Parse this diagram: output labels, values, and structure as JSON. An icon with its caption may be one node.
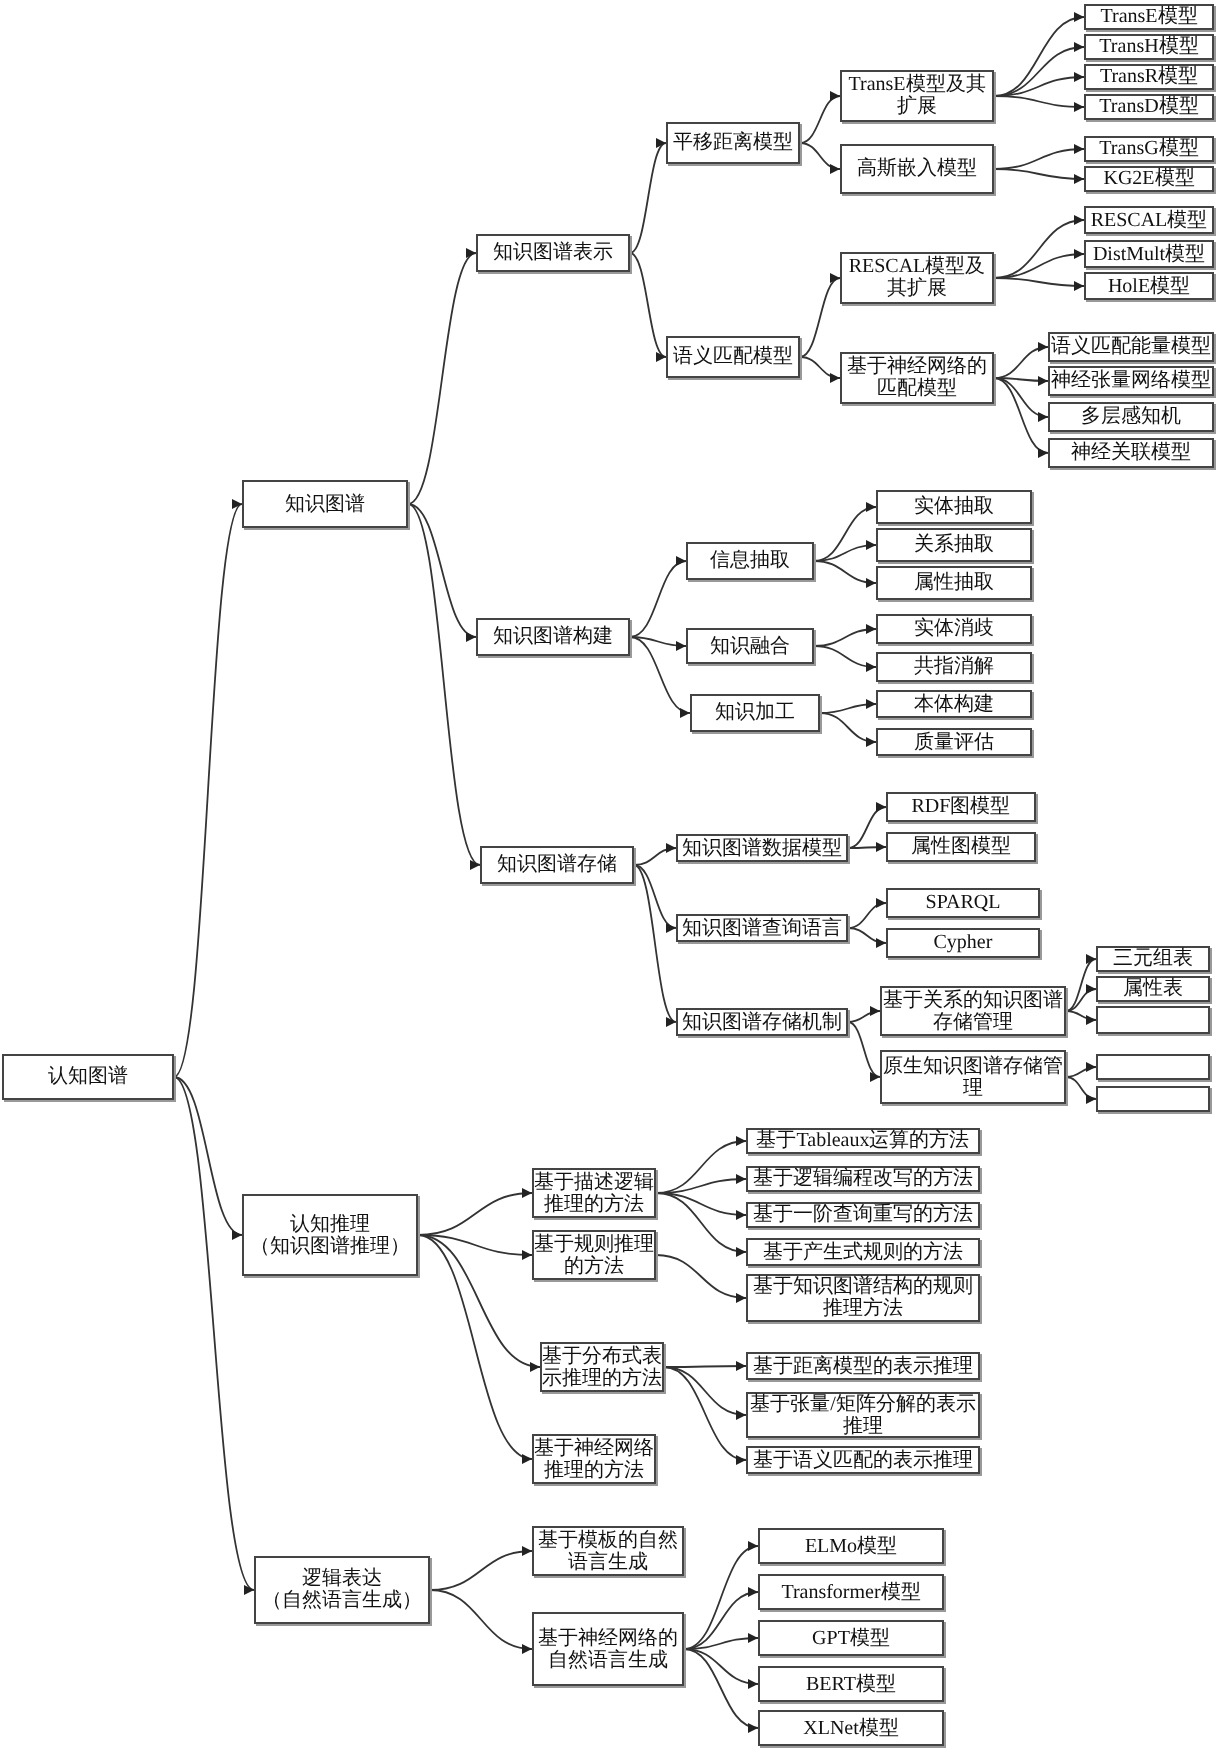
{
  "diagram": {
    "nodes": [
      {
        "text": [
          "认知图谱"
        ]
      },
      {
        "text": [
          "知识图谱"
        ]
      },
      {
        "text": [
          "知识图谱表示"
        ]
      },
      {
        "text": [
          "平移距离模型"
        ]
      },
      {
        "text": [
          "TransE模型及其扩展"
        ]
      },
      {
        "text": [
          "TransE模型"
        ]
      },
      {
        "text": [
          "TransH模型"
        ]
      },
      {
        "text": [
          "TransR模型"
        ]
      },
      {
        "text": [
          "TransD模型"
        ]
      },
      {
        "text": [
          "高斯嵌入模型"
        ]
      },
      {
        "text": [
          "TransG模型"
        ]
      },
      {
        "text": [
          "KG2E模型"
        ]
      },
      {
        "text": [
          "语义匹配模型"
        ]
      },
      {
        "text": [
          "RESCAL模型及其扩展"
        ]
      },
      {
        "text": [
          "RESCAL模型"
        ]
      },
      {
        "text": [
          "DistMult模型"
        ]
      },
      {
        "text": [
          "HolE模型"
        ]
      },
      {
        "text": [
          "基于神经网络的匹配模型"
        ]
      },
      {
        "text": [
          "语义匹配能量模型"
        ]
      },
      {
        "text": [
          "神经张量网络模型"
        ]
      },
      {
        "text": [
          "多层感知机"
        ]
      },
      {
        "text": [
          "神经关联模型"
        ]
      },
      {
        "text": [
          "知识图谱构建"
        ]
      },
      {
        "text": [
          "信息抽取"
        ]
      },
      {
        "text": [
          "实体抽取"
        ]
      },
      {
        "text": [
          "关系抽取"
        ]
      },
      {
        "text": [
          "属性抽取"
        ]
      },
      {
        "text": [
          "知识融合"
        ]
      },
      {
        "text": [
          "实体消歧"
        ]
      },
      {
        "text": [
          "共指消解"
        ]
      },
      {
        "text": [
          "知识加工"
        ]
      },
      {
        "text": [
          "本体构建"
        ]
      },
      {
        "text": [
          "质量评估"
        ]
      },
      {
        "text": [
          "知识图谱存储"
        ]
      },
      {
        "text": [
          "知识图谱数据模型"
        ]
      },
      {
        "text": [
          "RDF图模型"
        ]
      },
      {
        "text": [
          "属性图模型"
        ]
      },
      {
        "text": [
          "知识图谱查询语言"
        ]
      },
      {
        "text": [
          "SPARQL"
        ]
      },
      {
        "text": [
          "Cypher"
        ]
      },
      {
        "text": [
          "知识图谱存储机制"
        ]
      },
      {
        "text": [
          "基于关系的知识图谱存储管理"
        ]
      },
      {
        "text": [
          "三元组表"
        ]
      },
      {
        "text": [
          "属性表"
        ]
      },
      {
        "text": [],
        "shape": "box"
      },
      {
        "text": [
          "原生知识图谱存储管理"
        ]
      },
      {
        "text": [],
        "shape": "box"
      },
      {
        "text": [],
        "shape": "box"
      },
      {
        "text": [
          "认知推理",
          "（知识图谱推理）"
        ]
      },
      {
        "text": [
          "基于描述逻辑推理的方法"
        ]
      },
      {
        "text": [
          "基于Tableaux运算的方法"
        ]
      },
      {
        "text": [
          "基于逻辑编程改写的方法"
        ]
      },
      {
        "text": [
          "基于一阶查询重写的方法"
        ]
      },
      {
        "text": [
          "基于产生式规则的方法"
        ]
      },
      {
        "text": [
          "基于规则推理的方法"
        ]
      },
      {
        "text": [
          "基于知识图谱结构的规则推理方法"
        ]
      },
      {
        "text": [
          "基于分布式表示推理的方法"
        ]
      },
      {
        "text": [
          "基于距离模型的表示推理"
        ]
      },
      {
        "text": [
          "基于张量/矩阵分解的表示推理"
        ]
      },
      {
        "text": [
          "基于语义匹配的表示推理"
        ]
      },
      {
        "text": [
          "基于神经网络推理的方法"
        ]
      },
      {
        "text": [
          "逻辑表达",
          "（自然语言生成）"
        ]
      },
      {
        "text": [
          "基于模板的自然语言生成"
        ]
      },
      {
        "text": [
          "基于神经网络的自然语言生成"
        ]
      },
      {
        "text": [
          "ELMo模型"
        ]
      },
      {
        "text": [
          "Transformer模型"
        ]
      },
      {
        "text": [
          "GPT模型"
        ]
      },
      {
        "text": [
          "BERT模型"
        ]
      },
      {
        "text": [
          "XLNet模型"
        ]
      }
    ],
    "edges": [
      {
        "from": 0,
        "to": 1,
        "arrow": "to"
      },
      {
        "from": 0,
        "to": 48,
        "arrow": "to"
      },
      {
        "from": 0,
        "to": 61,
        "arrow": "to"
      },
      {
        "from": 1,
        "to": 2,
        "arrow": "to"
      },
      {
        "from": 1,
        "to": 22,
        "arrow": "to"
      },
      {
        "from": 1,
        "to": 33,
        "arrow": "to"
      },
      {
        "from": 2,
        "to": 3,
        "arrow": "to"
      },
      {
        "from": 2,
        "to": 12,
        "arrow": "to"
      },
      {
        "from": 3,
        "to": 4,
        "arrow": "to"
      },
      {
        "from": 3,
        "to": 9,
        "arrow": "to"
      },
      {
        "from": 4,
        "to": 5,
        "arrow": "to"
      },
      {
        "from": 4,
        "to": 6,
        "arrow": "to"
      },
      {
        "from": 4,
        "to": 7,
        "arrow": "to"
      },
      {
        "from": 4,
        "to": 8,
        "arrow": "to"
      },
      {
        "from": 9,
        "to": 10,
        "arrow": "to"
      },
      {
        "from": 9,
        "to": 11,
        "arrow": "to"
      },
      {
        "from": 12,
        "to": 13,
        "arrow": "to"
      },
      {
        "from": 12,
        "to": 17,
        "arrow": "to"
      },
      {
        "from": 13,
        "to": 14,
        "arrow": "to"
      },
      {
        "from": 13,
        "to": 15,
        "arrow": "to"
      },
      {
        "from": 13,
        "to": 16,
        "arrow": "to"
      },
      {
        "from": 17,
        "to": 18,
        "arrow": "to"
      },
      {
        "from": 17,
        "to": 19,
        "arrow": "to"
      },
      {
        "from": 17,
        "to": 20,
        "arrow": "to"
      },
      {
        "from": 17,
        "to": 21,
        "arrow": "to"
      },
      {
        "from": 22,
        "to": 23,
        "arrow": "to"
      },
      {
        "from": 22,
        "to": 27,
        "arrow": "to"
      },
      {
        "from": 22,
        "to": 30,
        "arrow": "to"
      },
      {
        "from": 23,
        "to": 24,
        "arrow": "to"
      },
      {
        "from": 23,
        "to": 25,
        "arrow": "to"
      },
      {
        "from": 23,
        "to": 26,
        "arrow": "to"
      },
      {
        "from": 27,
        "to": 28,
        "arrow": "to"
      },
      {
        "from": 27,
        "to": 29,
        "arrow": "to"
      },
      {
        "from": 30,
        "to": 31,
        "arrow": "to"
      },
      {
        "from": 30,
        "to": 32,
        "arrow": "to"
      },
      {
        "from": 33,
        "to": 34,
        "arrow": "to"
      },
      {
        "from": 33,
        "to": 37,
        "arrow": "to"
      },
      {
        "from": 33,
        "to": 40,
        "arrow": "to"
      },
      {
        "from": 34,
        "to": 35,
        "arrow": "to"
      },
      {
        "from": 34,
        "to": 36,
        "arrow": "to"
      },
      {
        "from": 37,
        "to": 38,
        "arrow": "to"
      },
      {
        "from": 37,
        "to": 39,
        "arrow": "to"
      },
      {
        "from": 40,
        "to": 41,
        "arrow": "to"
      },
      {
        "from": 40,
        "to": 45,
        "arrow": "to"
      },
      {
        "from": 41,
        "to": 42,
        "arrow": "to"
      },
      {
        "from": 41,
        "to": 43,
        "arrow": "to"
      },
      {
        "from": 41,
        "to": 44,
        "arrow": "to"
      },
      {
        "from": 45,
        "to": 46,
        "arrow": "to"
      },
      {
        "from": 45,
        "to": 47,
        "arrow": "to"
      },
      {
        "from": 48,
        "to": 49,
        "arrow": "to"
      },
      {
        "from": 48,
        "to": 54,
        "arrow": "to"
      },
      {
        "from": 48,
        "to": 56,
        "arrow": "to"
      },
      {
        "from": 48,
        "to": 60,
        "arrow": "to"
      },
      {
        "from": 49,
        "to": 50,
        "arrow": "to"
      },
      {
        "from": 49,
        "to": 51,
        "arrow": "to"
      },
      {
        "from": 49,
        "to": 52,
        "arrow": "to"
      },
      {
        "from": 49,
        "to": 53,
        "arrow": "to"
      },
      {
        "from": 54,
        "to": 55,
        "arrow": "to"
      },
      {
        "from": 56,
        "to": 57,
        "arrow": "to"
      },
      {
        "from": 56,
        "to": 58,
        "arrow": "to"
      },
      {
        "from": 56,
        "to": 59,
        "arrow": "to"
      },
      {
        "from": 61,
        "to": 62,
        "arrow": "to"
      },
      {
        "from": 61,
        "to": 63,
        "arrow": "to"
      },
      {
        "from": 63,
        "to": 64,
        "arrow": "to"
      },
      {
        "from": 63,
        "to": 65,
        "arrow": "to"
      },
      {
        "from": 63,
        "to": 66,
        "arrow": "to"
      },
      {
        "from": 63,
        "to": 67,
        "arrow": "to"
      },
      {
        "from": 63,
        "to": 68,
        "arrow": "to"
      }
    ]
  }
}
